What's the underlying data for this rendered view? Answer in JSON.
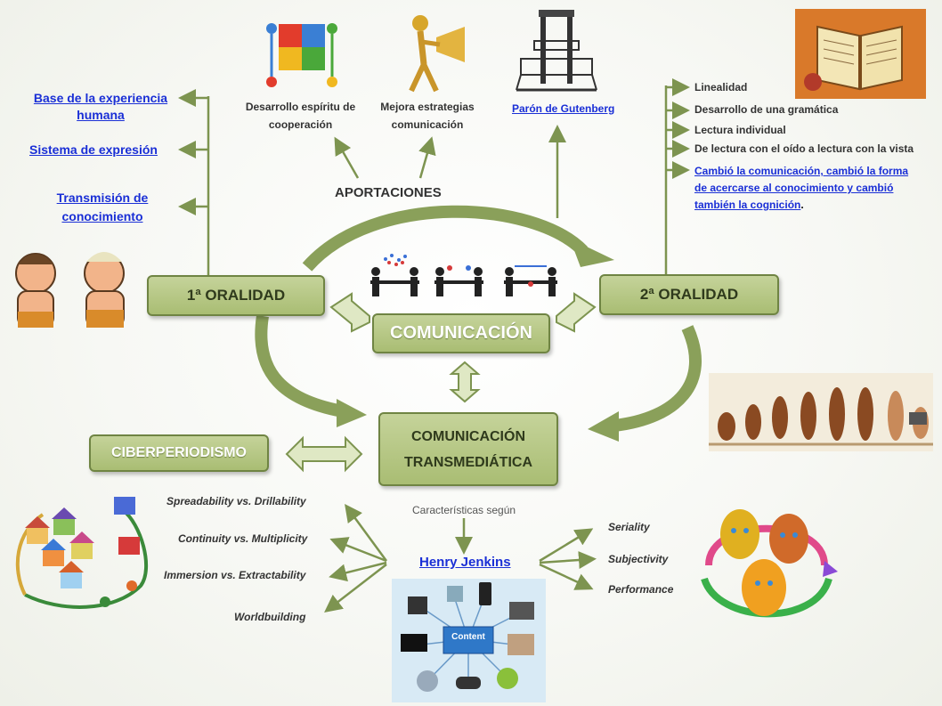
{
  "left_links": [
    "Base de la experiencia humana",
    "Sistema de expresión",
    "Transmisión de conocimiento"
  ],
  "contributions": {
    "label": "APORTACIONES",
    "items": [
      "Desarrollo espíritu de cooperación",
      "Mejora estrategias comunicación"
    ],
    "gutenberg_link": "Parón de Gutenberg"
  },
  "second_orality_points": [
    "Linealidad",
    "Desarrollo de una gramática",
    "Lectura individual",
    "De lectura con el oído a lectura con la vista"
  ],
  "second_orality_link": "Cambió la comunicación, cambió la forma de acercarse al conocimiento y cambió también la cognición",
  "second_orality_link_suffix": ".",
  "nodes": {
    "first_orality": "1ª ORALIDAD",
    "second_orality": "2ª ORALIDAD",
    "communication": "COMUNICACIÓN",
    "transmedia": "COMUNICACIÓN TRANSMEDIÁTICA",
    "cyberjournalism": "CIBERPERIODISMO"
  },
  "characteristics_label": "Características según",
  "jenkins_link": "Henry Jenkins",
  "left_characteristics": [
    "Spreadability vs. Drillability",
    "Continuity vs. Multiplicity",
    "Immersion vs. Extractability",
    "Worldbuilding"
  ],
  "right_characteristics": [
    "Seriality",
    "Subjectivity",
    "Performance"
  ],
  "content_label": "Content",
  "colors": {
    "node_fill": "#b5c683",
    "node_border": "#6f8443",
    "arrow": "#7d9450",
    "link": "#1a2fd6"
  }
}
